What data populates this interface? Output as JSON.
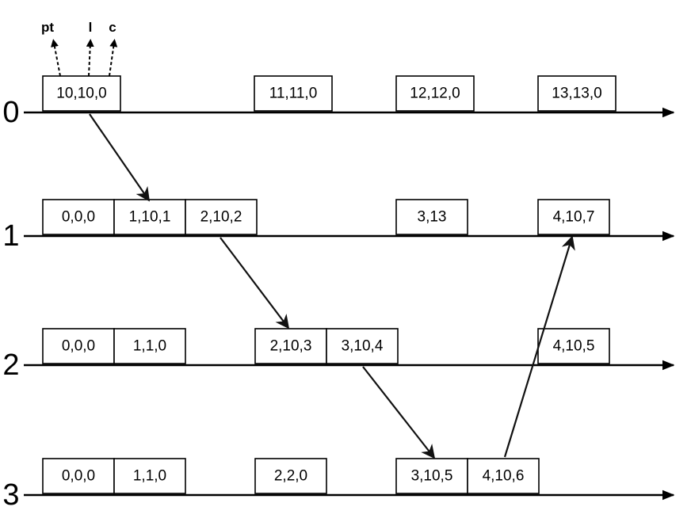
{
  "legend": {
    "pt": "pt",
    "l": "l",
    "c": "c"
  },
  "processes": [
    {
      "id": "0",
      "boxes": [
        "10,10,0",
        "11,11,0",
        "12,12,0",
        "13,13,0"
      ]
    },
    {
      "id": "1",
      "boxes": [
        "0,0,0",
        "1,10,1",
        "2,10,2",
        "3,13",
        "4,10,7"
      ]
    },
    {
      "id": "2",
      "boxes": [
        "0,0,0",
        "1,1,0",
        "2,10,3",
        "3,10,4",
        "4,10,5"
      ]
    },
    {
      "id": "3",
      "boxes": [
        "0,0,0",
        "1,1,0",
        "2,2,0",
        "3,10,5",
        "4,10,6"
      ]
    }
  ],
  "messages": [
    {
      "from": "10,10,0",
      "from_process": "0",
      "to": "1,10,1",
      "to_process": "1"
    },
    {
      "from": "2,10,2",
      "from_process": "1",
      "to": "2,10,3",
      "to_process": "2"
    },
    {
      "from": "3,10,4",
      "from_process": "2",
      "to": "3,10,5",
      "to_process": "3"
    },
    {
      "from": "4,10,6",
      "from_process": "3",
      "to": "4,10,7",
      "to_process": "1"
    }
  ]
}
